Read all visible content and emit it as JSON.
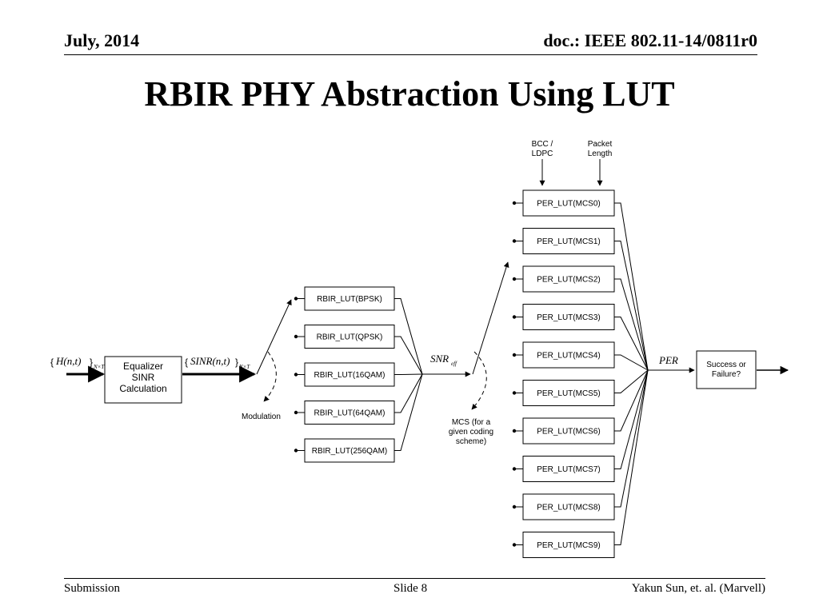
{
  "header": {
    "date": "July, 2014",
    "doc": "doc.: IEEE 802.11-14/0811r0"
  },
  "title": "RBIR PHY Abstraction Using LUT",
  "footer": {
    "left": "Submission",
    "center": "Slide 8",
    "right": "Yakun Sun, et. al. (Marvell)"
  },
  "diagram": {
    "input_label": {
      "open": "{",
      "expr": "H(n,t)",
      "close": "}",
      "sub": "N×T"
    },
    "equalizer": {
      "lines": [
        "Equalizer",
        "SINR",
        "Calculation"
      ]
    },
    "sinr_label": {
      "open": "{",
      "expr": "SINR(n,t)",
      "close": "}",
      "sub": "N×T"
    },
    "modulation_label": "Modulation",
    "rbir_luts": [
      "RBIR_LUT(BPSK)",
      "RBIR_LUT(QPSK)",
      "RBIR_LUT(16QAM)",
      "RBIR_LUT(64QAM)",
      "RBIR_LUT(256QAM)"
    ],
    "snr_label": {
      "main": "SNR",
      "sub": "eff"
    },
    "mcs_label": [
      "MCS (for a",
      "given coding",
      "scheme)"
    ],
    "bcc_label": [
      "BCC /",
      "LDPC"
    ],
    "packet_label": [
      "Packet",
      "Length"
    ],
    "per_luts": [
      "PER_LUT(MCS0)",
      "PER_LUT(MCS1)",
      "PER_LUT(MCS2)",
      "PER_LUT(MCS3)",
      "PER_LUT(MCS4)",
      "PER_LUT(MCS5)",
      "PER_LUT(MCS6)",
      "PER_LUT(MCS7)",
      "PER_LUT(MCS8)",
      "PER_LUT(MCS9)"
    ],
    "per_label": "PER",
    "result": {
      "lines": [
        "Success or",
        "Failure?"
      ]
    }
  }
}
